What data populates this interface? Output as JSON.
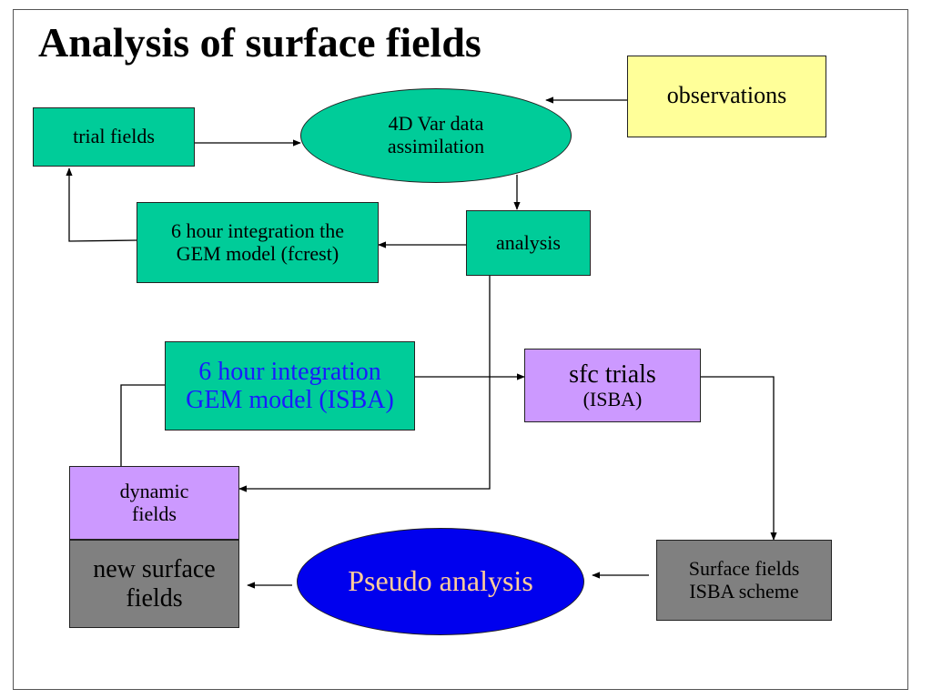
{
  "title": "Analysis of surface fields",
  "nodes": {
    "observations": "observations",
    "var4d_line1": "4D Var data",
    "var4d_line2": "assimilation",
    "trial_fields": "trial fields",
    "integration_fcrest_line1": "6 hour integration the",
    "integration_fcrest_line2": "GEM model (fcrest)",
    "analysis": "analysis",
    "integration_isba_line1": "6 hour integration",
    "integration_isba_line2": "GEM model (ISBA)",
    "sfc_trials_line1": "sfc trials",
    "sfc_trials_line2": "(ISBA)",
    "dynamic_fields_line1": "dynamic",
    "dynamic_fields_line2": "fields",
    "new_surface_fields_line1": "new surface",
    "new_surface_fields_line2": "fields",
    "pseudo_analysis": "Pseudo analysis",
    "surface_fields_isba_line1": "Surface fields",
    "surface_fields_isba_line2": "ISBA scheme"
  },
  "colors": {
    "teal_fill": "#00cc99",
    "yellow_fill": "#ffff99",
    "lilac_fill": "#cc99ff",
    "gray_fill": "#808080",
    "pseudo_fill": "#0000ee",
    "pseudo_text": "#ffcc99",
    "isba_text": "#1a1aff"
  }
}
